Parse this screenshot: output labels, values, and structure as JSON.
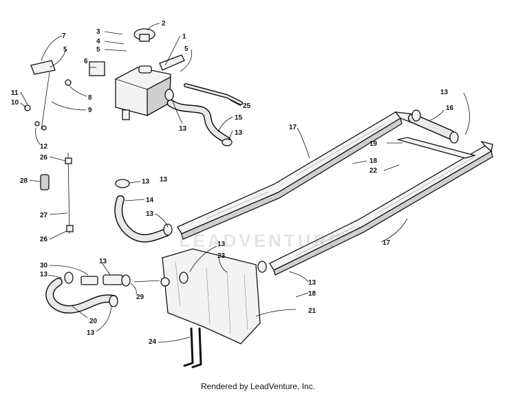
{
  "footer": {
    "text": "Rendered by LeadVenture, Inc."
  },
  "watermark": {
    "text": "LEADVENTURE"
  },
  "callouts": [
    {
      "text": "1"
    },
    {
      "text": "2"
    },
    {
      "text": "3"
    },
    {
      "text": "4"
    },
    {
      "text": "5"
    },
    {
      "text": "5"
    },
    {
      "text": "5"
    },
    {
      "text": "6"
    },
    {
      "text": "7"
    },
    {
      "text": "8"
    },
    {
      "text": "9"
    },
    {
      "text": "10"
    },
    {
      "text": "11"
    },
    {
      "text": "12"
    },
    {
      "text": "13"
    },
    {
      "text": "13"
    },
    {
      "text": "13"
    },
    {
      "text": "13"
    },
    {
      "text": "13"
    },
    {
      "text": "13"
    },
    {
      "text": "13"
    },
    {
      "text": "13"
    },
    {
      "text": "13"
    },
    {
      "text": "13"
    },
    {
      "text": "13"
    },
    {
      "text": "14"
    },
    {
      "text": "15"
    },
    {
      "text": "16"
    },
    {
      "text": "17"
    },
    {
      "text": "17"
    },
    {
      "text": "18"
    },
    {
      "text": "18"
    },
    {
      "text": "19"
    },
    {
      "text": "20"
    },
    {
      "text": "21"
    },
    {
      "text": "22"
    },
    {
      "text": "23"
    },
    {
      "text": "24"
    },
    {
      "text": "25"
    },
    {
      "text": "26"
    },
    {
      "text": "26"
    },
    {
      "text": "27"
    },
    {
      "text": "28"
    },
    {
      "text": "29"
    },
    {
      "text": "30"
    }
  ]
}
